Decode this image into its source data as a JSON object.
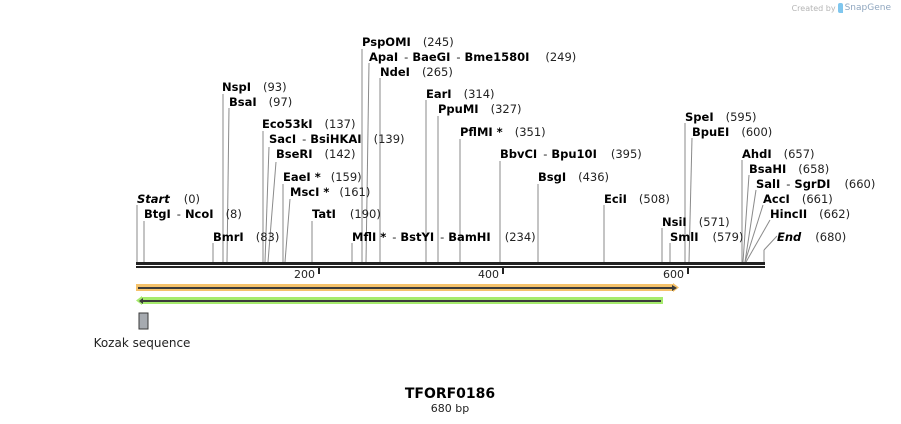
{
  "credit": {
    "prefix": "Created by",
    "brand": "SnapGene"
  },
  "sequence": {
    "name": "TFORF0186",
    "length_label": "680 bp",
    "length": 680
  },
  "ruler": {
    "ticks": [
      {
        "label": "200",
        "pos": 200
      },
      {
        "label": "400",
        "pos": 400
      },
      {
        "label": "600",
        "pos": 600
      }
    ]
  },
  "sites": [
    {
      "id": "start",
      "label": "Start",
      "pos_label": "(0)",
      "italic": true
    },
    {
      "id": "btgi-ncoi",
      "names": [
        "BtgI",
        "NcoI"
      ],
      "pos_label": "(8)"
    },
    {
      "id": "nspi",
      "names": [
        "NspI"
      ],
      "pos_label": "(93)"
    },
    {
      "id": "bsai",
      "names": [
        "BsaI"
      ],
      "pos_label": "(97)"
    },
    {
      "id": "bmri",
      "names": [
        "BmrI"
      ],
      "pos_label": "(83)"
    },
    {
      "id": "eco53ki",
      "names": [
        "Eco53kI"
      ],
      "pos_label": "(137)"
    },
    {
      "id": "saci-bsihkai",
      "names": [
        "SacI",
        "BsiHKAI"
      ],
      "pos_label": "(139)"
    },
    {
      "id": "bseri",
      "names": [
        "BseRI"
      ],
      "pos_label": "(142)"
    },
    {
      "id": "eaei",
      "names": [
        "EaeI *"
      ],
      "pos_label": "(159)"
    },
    {
      "id": "msci",
      "names": [
        "MscI *"
      ],
      "pos_label": "(161)"
    },
    {
      "id": "tati",
      "names": [
        "TatI"
      ],
      "pos_label": "(190)"
    },
    {
      "id": "pspomi",
      "names": [
        "PspOMI"
      ],
      "pos_label": "(245)"
    },
    {
      "id": "apai-baegi-bme1580i",
      "names": [
        "ApaI",
        "BaeGI",
        "Bme1580I"
      ],
      "pos_label": "(249)"
    },
    {
      "id": "ndei",
      "names": [
        "NdeI"
      ],
      "pos_label": "(265)"
    },
    {
      "id": "mfli-bstyi-bamhi",
      "names": [
        "MflI *",
        "BstYI",
        "BamHI"
      ],
      "pos_label": "(234)"
    },
    {
      "id": "eari",
      "names": [
        "EarI"
      ],
      "pos_label": "(314)"
    },
    {
      "id": "ppumi",
      "names": [
        "PpuMI"
      ],
      "pos_label": "(327)"
    },
    {
      "id": "pflmi",
      "names": [
        "PflMI *"
      ],
      "pos_label": "(351)"
    },
    {
      "id": "bbvci-bpu10i",
      "names": [
        "BbvCI",
        "Bpu10I"
      ],
      "pos_label": "(395)"
    },
    {
      "id": "bsgi",
      "names": [
        "BsgI"
      ],
      "pos_label": "(436)"
    },
    {
      "id": "ecii",
      "names": [
        "EciI"
      ],
      "pos_label": "(508)"
    },
    {
      "id": "nsii",
      "names": [
        "NsiI"
      ],
      "pos_label": "(571)"
    },
    {
      "id": "smli",
      "names": [
        "SmlI"
      ],
      "pos_label": "(579)"
    },
    {
      "id": "spei",
      "names": [
        "SpeI"
      ],
      "pos_label": "(595)"
    },
    {
      "id": "bpuei",
      "names": [
        "BpuEI"
      ],
      "pos_label": "(600)"
    },
    {
      "id": "ahdi",
      "names": [
        "AhdI"
      ],
      "pos_label": "(657)"
    },
    {
      "id": "bsahi",
      "names": [
        "BsaHI"
      ],
      "pos_label": "(658)"
    },
    {
      "id": "sali-sgrdi",
      "names": [
        "SalI",
        "SgrDI"
      ],
      "pos_label": "(660)"
    },
    {
      "id": "acci",
      "names": [
        "AccI"
      ],
      "pos_label": "(661)"
    },
    {
      "id": "hincii",
      "names": [
        "HincII"
      ],
      "pos_label": "(662)"
    },
    {
      "id": "end",
      "label": "End",
      "pos_label": "(680)",
      "italic": true
    }
  ],
  "separator": "-",
  "features": [
    {
      "id": "orf-forward",
      "direction": "forward",
      "color": "#f5c26b",
      "start": 0,
      "end": 590
    },
    {
      "id": "orf-reverse",
      "direction": "reverse",
      "color": "#a6eb6d",
      "start": 0,
      "end": 570
    },
    {
      "id": "kozak",
      "label": "Kozak sequence",
      "color": "#a6aab0"
    }
  ]
}
